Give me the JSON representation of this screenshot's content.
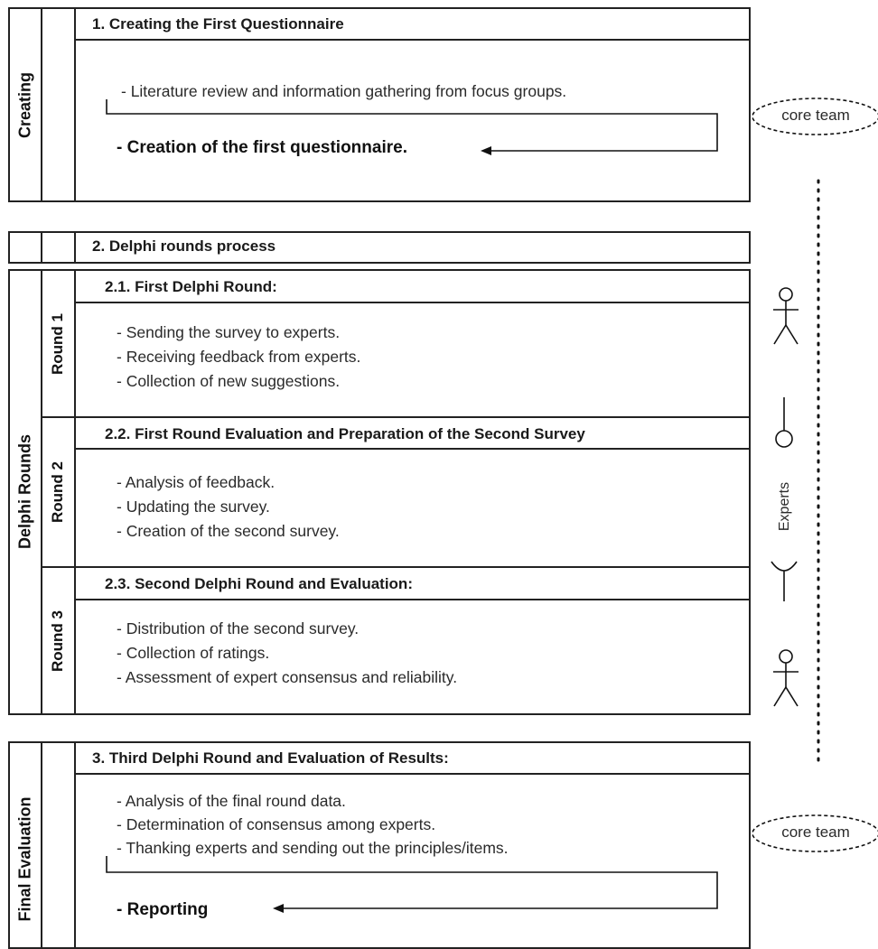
{
  "creating": {
    "label": "Creating",
    "header": "1. Creating the First Questionnaire",
    "item1": "- Literature review and information gathering from focus groups.",
    "item2": "- Creation of the first questionnaire.",
    "side_label": "core team"
  },
  "delphi": {
    "label": "Delphi Rounds",
    "process_header": "2. Delphi rounds process",
    "rounds": [
      {
        "label": "Round 1",
        "header": "2.1. First Delphi Round:",
        "items": [
          "- Sending the survey to experts.",
          "- Receiving feedback from experts.",
          "- Collection of new suggestions."
        ]
      },
      {
        "label": "Round 2",
        "header": "2.2.  First Round Evaluation and Preparation of the Second Survey",
        "items": [
          "- Analysis of feedback.",
          "- Updating the survey.",
          "- Creation of the second survey."
        ]
      },
      {
        "label": "Round 3",
        "header": "2.3. Second Delphi Round and Evaluation:",
        "items": [
          "- Distribution of the second survey.",
          "- Collection of ratings.",
          "- Assessment of expert consensus and reliability."
        ]
      }
    ],
    "experts_label": "Experts"
  },
  "final": {
    "label": "Final Evaluation",
    "header": "3. Third Delphi Round and Evaluation of Results:",
    "items": [
      "- Analysis of the final round data.",
      "- Determination of consensus among experts.",
      "- Thanking experts and sending out the principles/items."
    ],
    "reporting": "- Reporting",
    "side_label": "core team"
  }
}
